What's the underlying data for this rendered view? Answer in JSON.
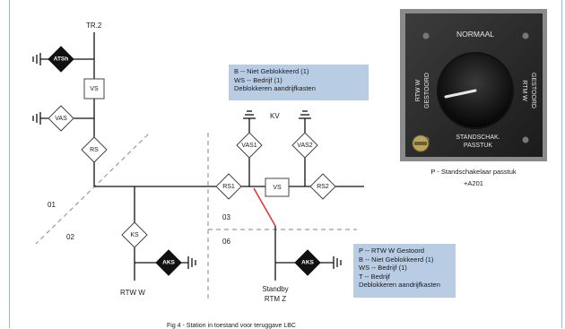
{
  "diagram": {
    "nodes": {
      "tr2": "TR.2",
      "atsh": "ATSh",
      "vs_top": "VS",
      "vas": "VAS",
      "rs": "RS",
      "ks": "KS",
      "aks_left": "AKS",
      "rs1": "RS1",
      "vs_mid": "VS",
      "rs2": "RS2",
      "vas1": "VAS1",
      "vas2": "VAS2",
      "kv": "KV",
      "aks_right": "AKS"
    },
    "zones": {
      "z01": "01",
      "z02": "02",
      "z03": "03",
      "z06": "06"
    },
    "labels": {
      "rtw_w": "RTW W",
      "standby_1": "Standby",
      "standby_2": "RTM Z"
    },
    "caption": "Fig 4 - Station in toestand voor teruggave LBC"
  },
  "info_box_top": {
    "lines": [
      "B -- Niet Geblokkeerd (1)",
      "WS -- Bedrijf (1)",
      "Deblokkeren aandrijfkasten"
    ]
  },
  "info_box_bottom": {
    "lines": [
      "P -- RTW W Gestoord",
      "B -- Niet Geblokkeerd (1)",
      "WS -- Bedrijf (1)",
      "T -- Bedrijf",
      "Deblokkeren aandrijfkasten"
    ]
  },
  "selector_switch": {
    "top_label": "NORMAAL",
    "left_label_1": "RTW W",
    "left_label_2": "GESTOORD",
    "right_label_1": "RTM W",
    "right_label_2": "GESTOORD",
    "bottom_label_1": "STANDSCHAK.",
    "bottom_label_2": "PASSTUK",
    "caption_1": "P - Standschakelaar passtuk",
    "caption_2": "+A201"
  }
}
